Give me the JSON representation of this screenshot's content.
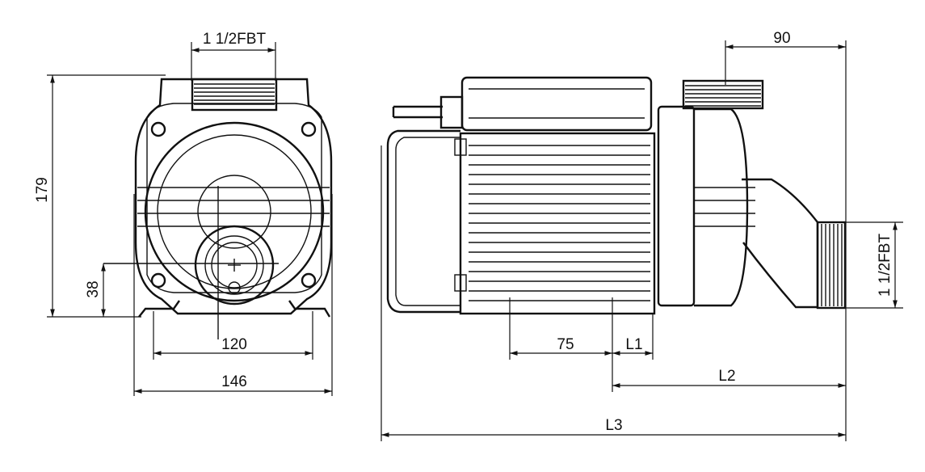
{
  "front_view": {
    "inlet_label": "1 1/2FBT",
    "height_label": "179",
    "inlet_center_height_label": "38",
    "foot_spacing_label": "120",
    "width_label": "146"
  },
  "side_view": {
    "top_port_offset_label": "90",
    "outlet_label": "1 1/2FBT",
    "foot_length_label": "75",
    "l1_label": "L1",
    "l2_label": "L2",
    "l3_label": "L3"
  }
}
